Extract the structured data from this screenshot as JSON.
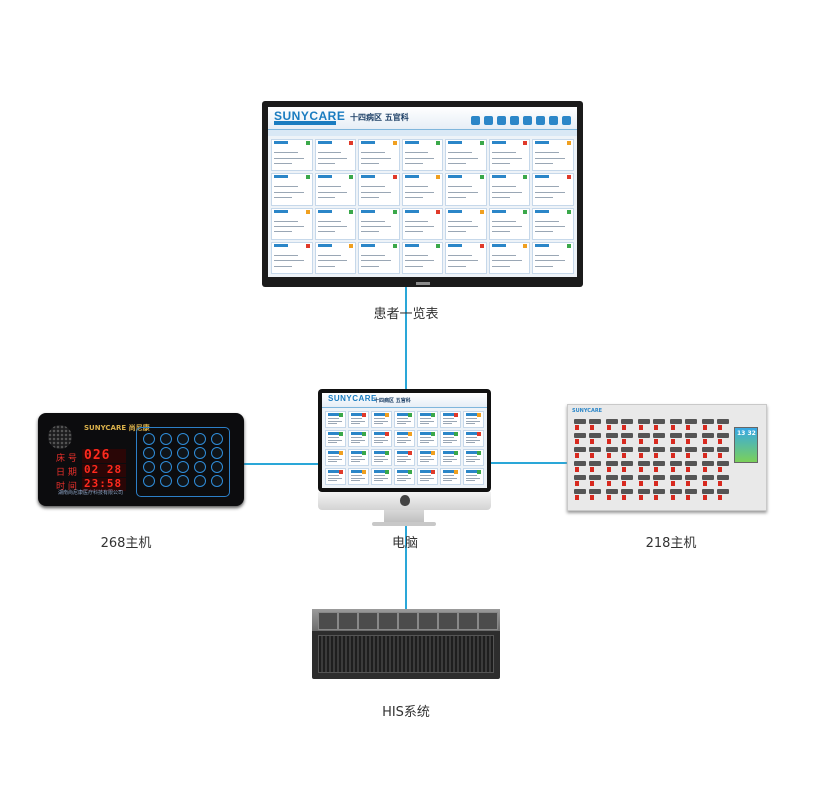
{
  "diagram": {
    "nodes": {
      "patient_list": {
        "label": "患者一览表"
      },
      "computer": {
        "label": "电脑"
      },
      "host_268": {
        "label": "268主机"
      },
      "host_218": {
        "label": "218主机"
      },
      "his": {
        "label": "HIS系统"
      }
    },
    "edges": [
      [
        "patient_list",
        "computer"
      ],
      [
        "host_268",
        "computer"
      ],
      [
        "computer",
        "host_218"
      ],
      [
        "computer",
        "his"
      ]
    ],
    "line_color": "#2aa7d8"
  },
  "monitor_screen": {
    "brand": "SUNYCARE",
    "ward_title": "十四病区 五官科"
  },
  "device_268": {
    "brand": "SUNYCARE 尚尼康",
    "row_labels": [
      "床 号",
      "日 期",
      "时 间"
    ],
    "bed_number": "026",
    "date": "02 28",
    "time": "23:58",
    "company": "湖南尚尼康医疗科技有限公司"
  },
  "device_218": {
    "brand": "SUNYCARE",
    "lcd_time": "13 32"
  }
}
